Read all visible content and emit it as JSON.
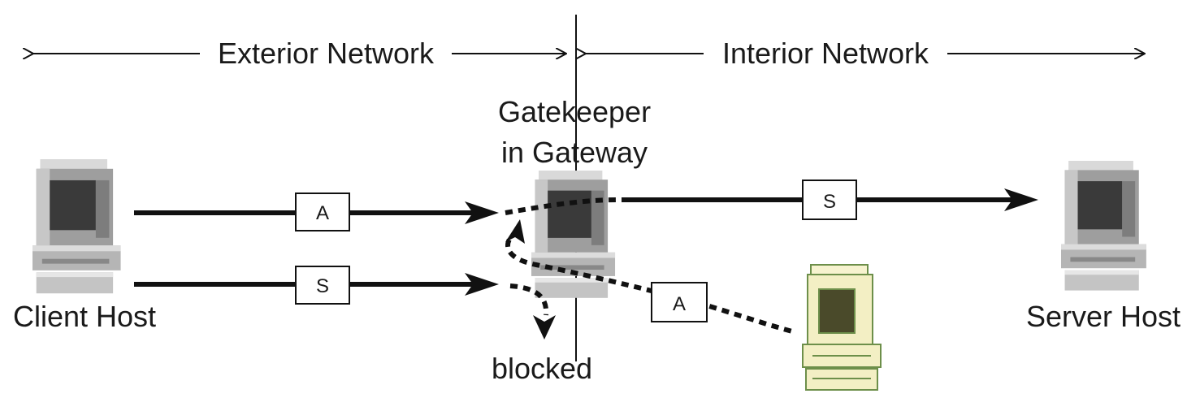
{
  "regions": {
    "exterior": "Exterior Network",
    "interior": "Interior Network"
  },
  "nodes": {
    "gatekeeper_line1": "Gatekeeper",
    "gatekeeper_line2": "in Gateway",
    "client": "Client Host",
    "server": "Server Host",
    "blocked": "blocked"
  },
  "packets": {
    "client_a": "A",
    "client_s": "S",
    "forwarded_s": "S",
    "diverted_a": "A"
  },
  "colors": {
    "ink": "#111111",
    "computer_gray": "#9a9a9a",
    "computer_dark": "#3a3a3a",
    "computer_cream": "#f3efc4",
    "computer_green": "#6d8f4a"
  },
  "icons": {
    "client": "computer-icon",
    "gateway": "computer-icon",
    "server": "computer-icon",
    "internal_host": "computer-icon"
  }
}
